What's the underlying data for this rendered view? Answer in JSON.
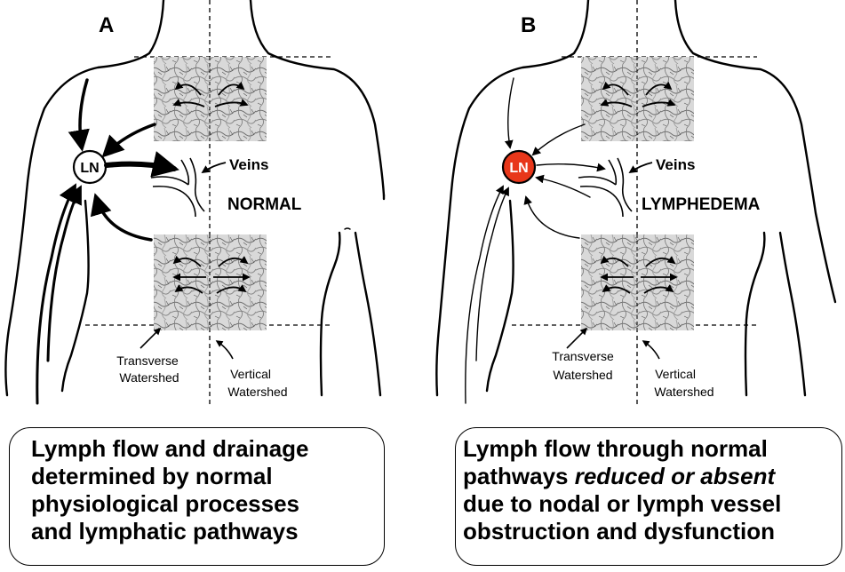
{
  "panels": [
    {
      "letter": "A",
      "node_label": "LN",
      "veins_label": "Veins",
      "state_label": "NORMAL",
      "transverse_label": [
        "Transverse",
        "Watershed"
      ],
      "vertical_label": [
        "Vertical",
        "Watershed"
      ],
      "caption": [
        "Lymph flow and drainage",
        "determined by normal",
        "physiological processes",
        "and lymphatic pathways"
      ]
    },
    {
      "letter": "B",
      "node_label": "LN",
      "veins_label": "Veins",
      "state_label": "LYMPHEDEMA",
      "transverse_label": [
        "Transverse",
        "Watershed"
      ],
      "vertical_label": [
        "Vertical",
        "Watershed"
      ],
      "caption": [
        "Lymph flow through normal",
        "pathways ",
        "reduced or absent",
        "due to nodal or lymph vessel",
        "obstruction and dysfunction"
      ]
    }
  ],
  "colors": {
    "normal_node_fill": "#ffffff",
    "lymphedema_node_fill": "#e8371a"
  }
}
